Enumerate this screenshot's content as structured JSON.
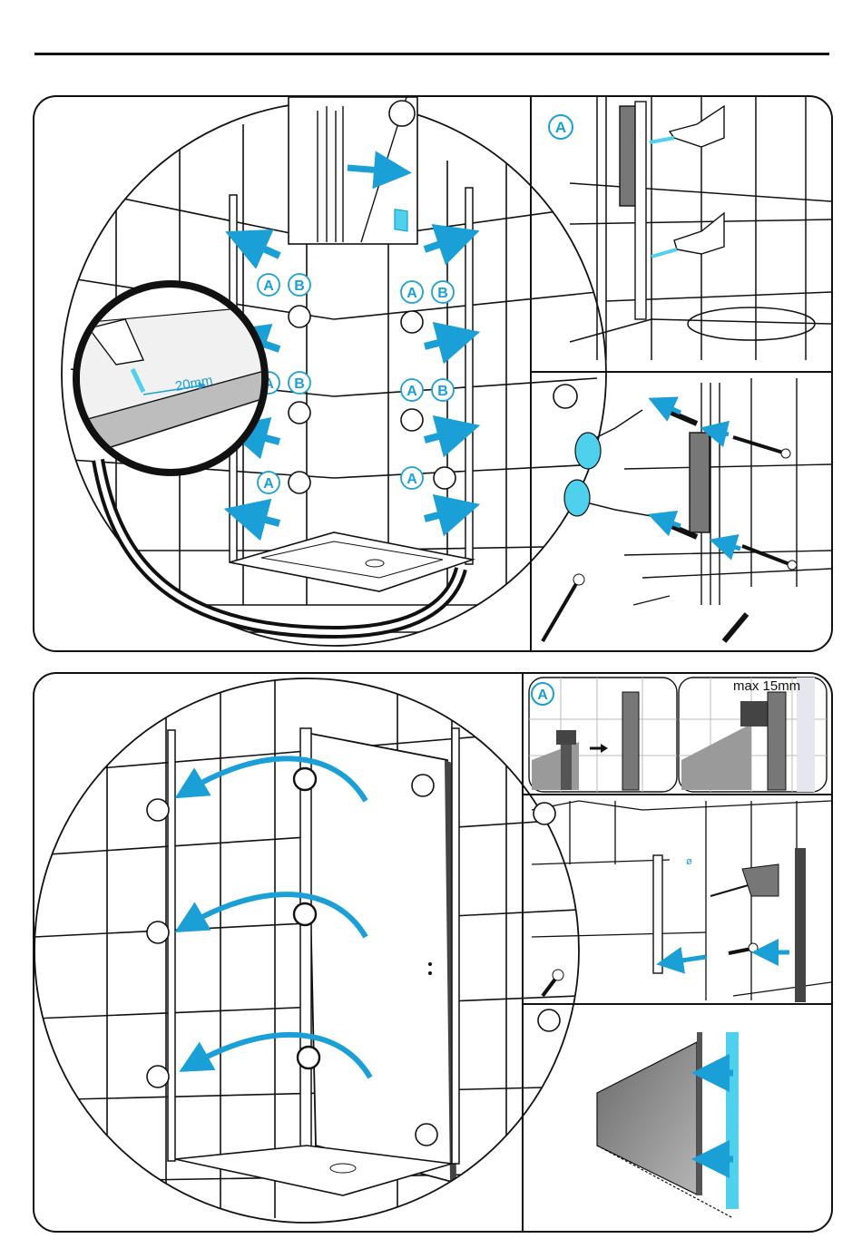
{
  "colors": {
    "accent": "#1a9fd6",
    "accent_light": "#4fd0ec",
    "line": "#111111",
    "glass": "#8a8a8a"
  },
  "icons": [
    "hand-icon",
    "drill-icon",
    "screw-icon",
    "wall-plug-icon",
    "arrow-icon"
  ],
  "top": {
    "seal_measure": "20mm",
    "callouts_main": [
      "A",
      "B",
      "A",
      "B",
      "A",
      "A",
      "B",
      "A",
      "B",
      "A"
    ],
    "step_a": "A"
  },
  "bottom": {
    "step_a": "A",
    "max_gap": "max 15mm",
    "drill_diameter": "ø"
  }
}
